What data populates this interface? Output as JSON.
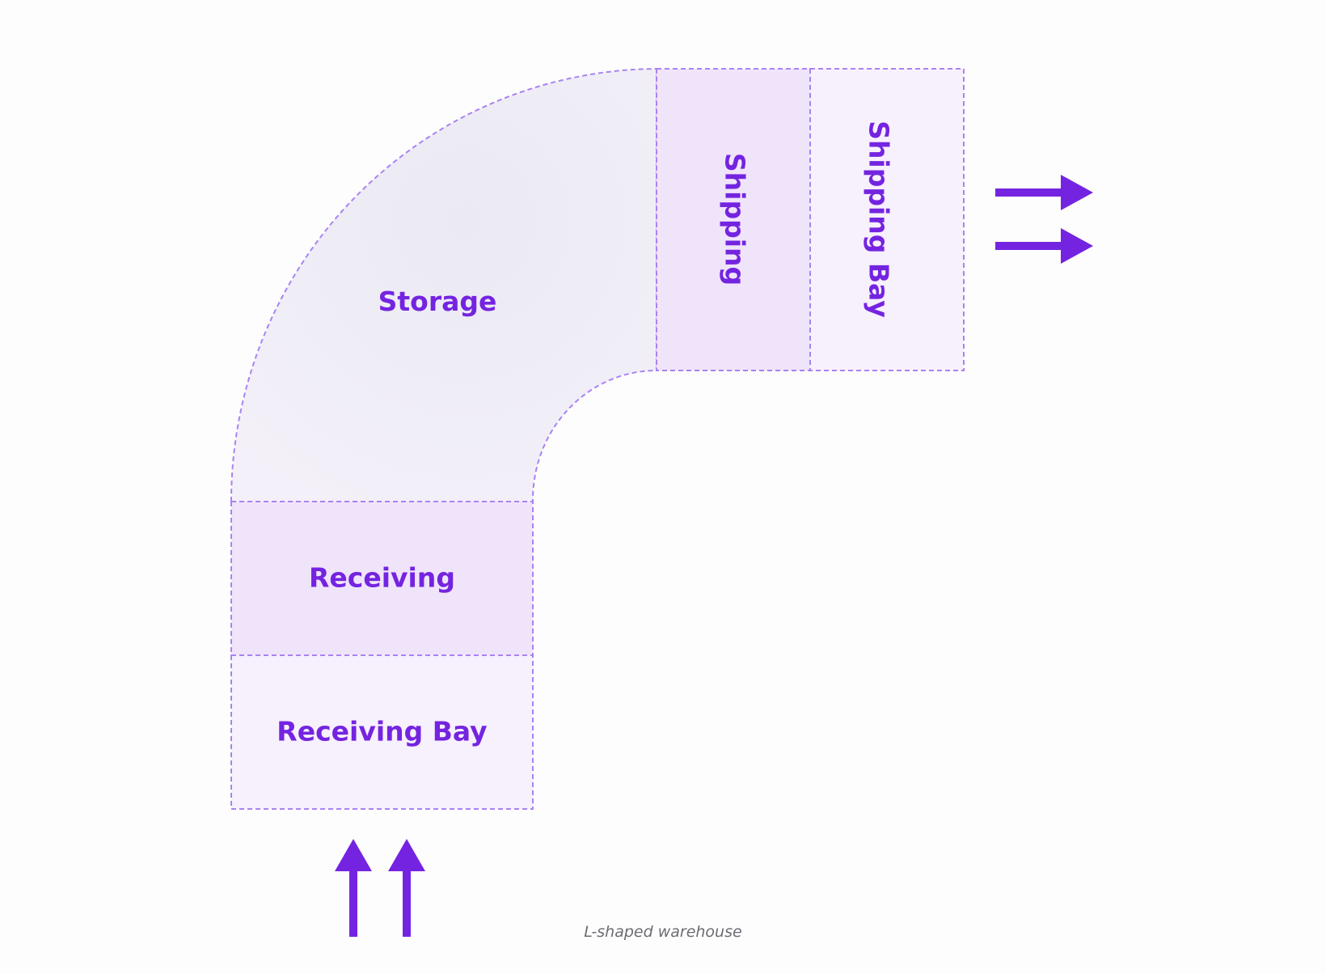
{
  "zones": {
    "storage": "Storage",
    "receiving": "Receiving",
    "receiving_bay": "Receiving Bay",
    "shipping": "Shipping",
    "shipping_bay": "Shipping Bay"
  },
  "caption": "L-shaped warehouse",
  "flow": {
    "inbound_arrow_count": 2,
    "inbound_direction": "up",
    "outbound_arrow_count": 2,
    "outbound_direction": "right"
  },
  "colors": {
    "accent": "#7424e0",
    "outline": "#a983f2",
    "zone_fill_light": "#f7f0fd",
    "zone_fill_mid": "#f0e4fb",
    "storage_fill": "#eeedf5",
    "caption": "#6b6b73",
    "background": "#fefdfe"
  }
}
